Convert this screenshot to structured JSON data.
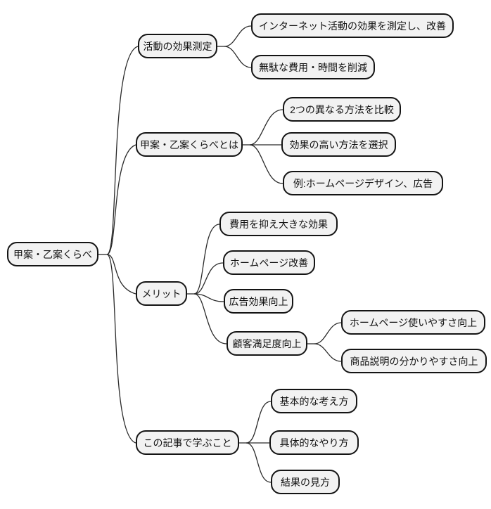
{
  "diagram": {
    "type": "mindmap",
    "colors": {
      "background": "#ffffff",
      "node_fill": "#f2f2f2",
      "node_border": "#141414",
      "connector": "#2a2a2a",
      "text": "#111111"
    },
    "root": {
      "label": "甲案・乙案くらべ"
    },
    "branches": [
      {
        "label": "活動の効果測定",
        "children": [
          {
            "label": "インターネット活動の効果を測定し、改善"
          },
          {
            "label": "無駄な費用・時間を削減"
          }
        ]
      },
      {
        "label": "甲案・乙案くらべとは",
        "children": [
          {
            "label": "2つの異なる方法を比較"
          },
          {
            "label": "効果の高い方法を選択"
          },
          {
            "label": "例:ホームページデザイン、広告"
          }
        ]
      },
      {
        "label": "メリット",
        "children": [
          {
            "label": "費用を抑え大きな効果"
          },
          {
            "label": "ホームページ改善"
          },
          {
            "label": "広告効果向上"
          },
          {
            "label": "顧客満足度向上",
            "children": [
              {
                "label": "ホームページ使いやすさ向上"
              },
              {
                "label": "商品説明の分かりやすさ向上"
              }
            ]
          }
        ]
      },
      {
        "label": "この記事で学ぶこと",
        "children": [
          {
            "label": "基本的な考え方"
          },
          {
            "label": "具体的なやり方"
          },
          {
            "label": "結果の見方"
          }
        ]
      }
    ]
  }
}
